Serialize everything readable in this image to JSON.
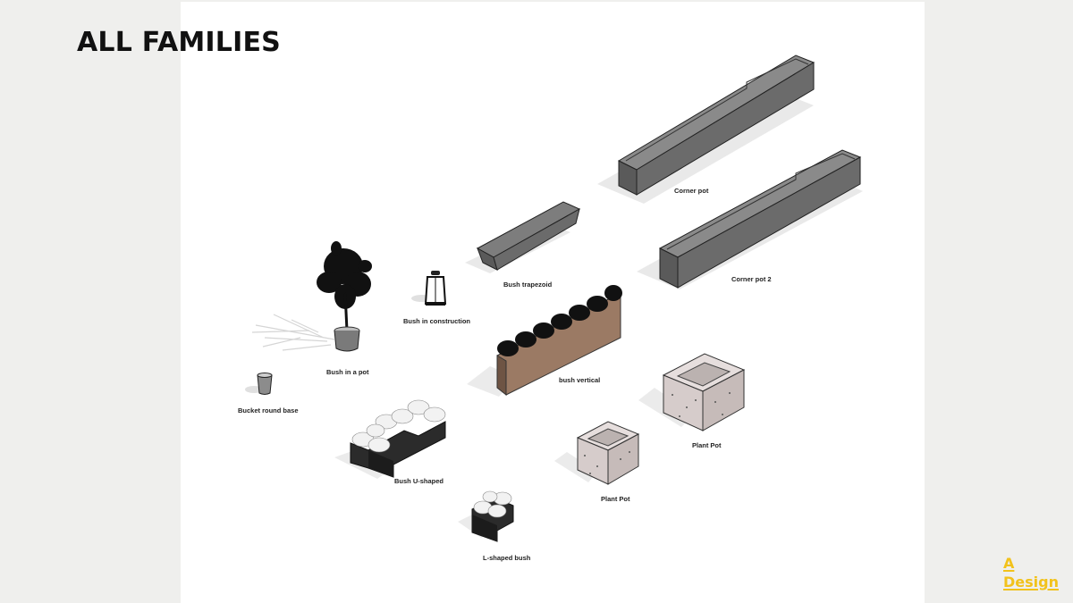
{
  "slide": {
    "title": "ALL FAMILIES"
  },
  "families": [
    {
      "label": "Corner pot"
    },
    {
      "label": "Corner pot 2"
    },
    {
      "label": "Bush trapezoid"
    },
    {
      "label": "Bush in construction"
    },
    {
      "label": "Bush in a pot"
    },
    {
      "label": "bush vertical"
    },
    {
      "label": "Bucket round base"
    },
    {
      "label": "Plant Pot"
    },
    {
      "label": "Bush U-shaped"
    },
    {
      "label": "Plant Pot"
    },
    {
      "label": "L-shaped bush"
    }
  ],
  "brand": {
    "line1": "A",
    "line2": "Design",
    "color": "#f2c21b"
  }
}
